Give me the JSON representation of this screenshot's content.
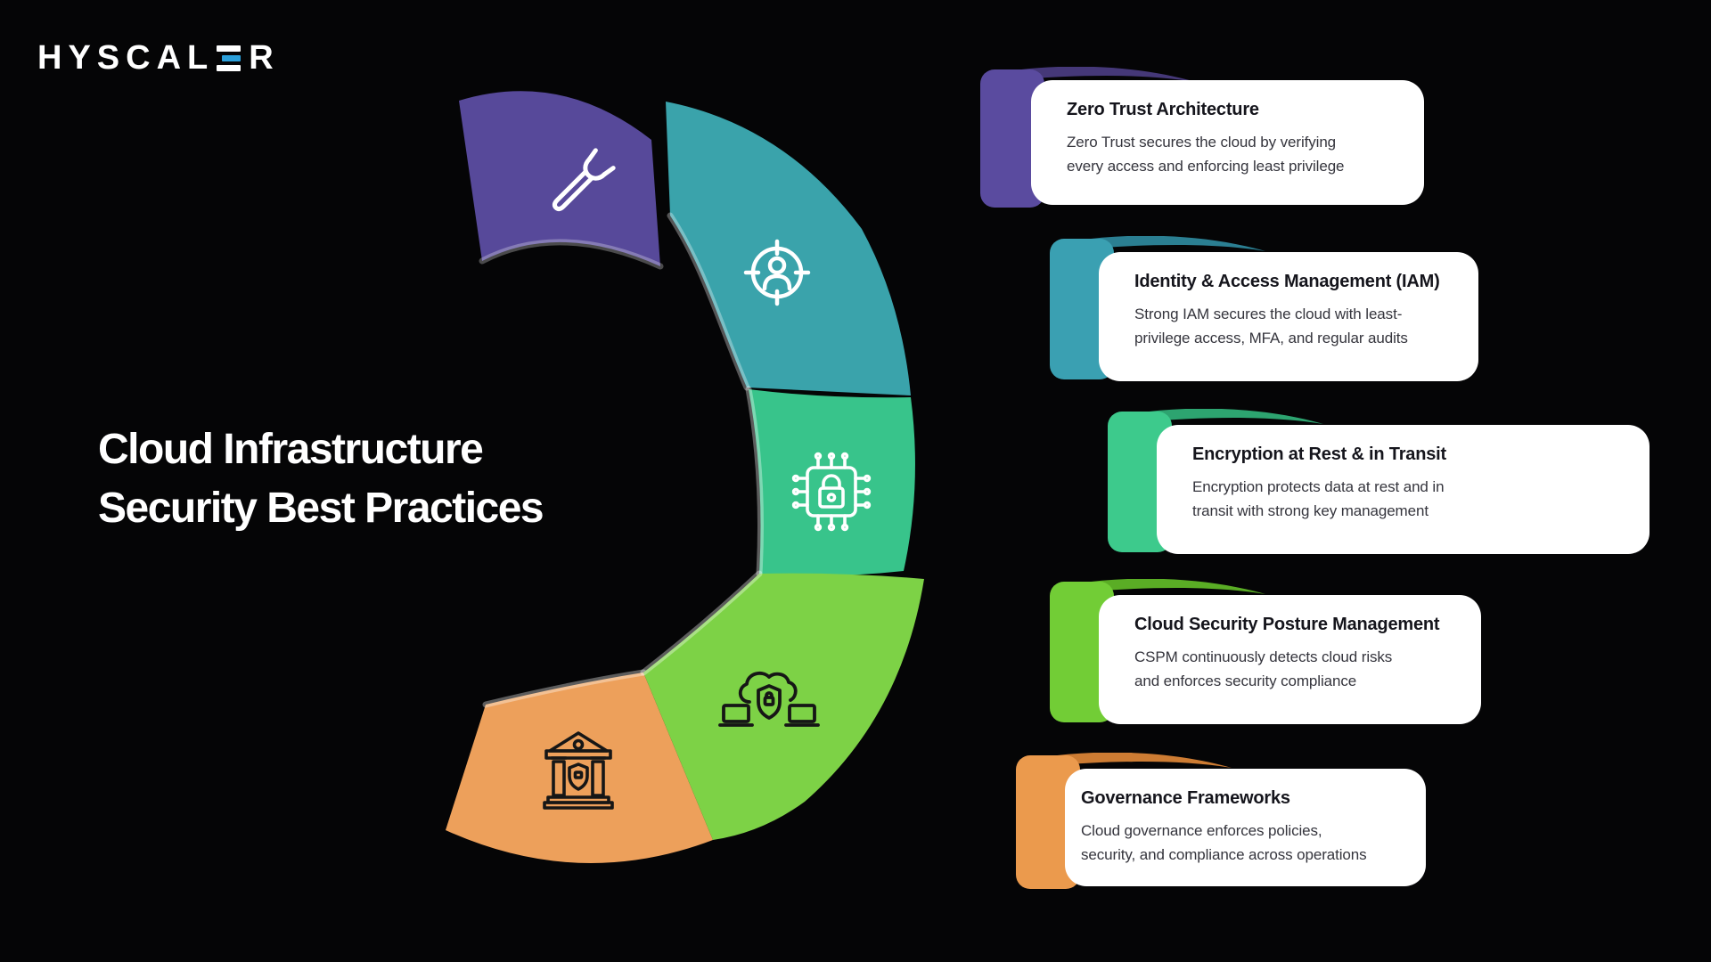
{
  "logo": {
    "prefix": "HYSCAL",
    "suffix": "R",
    "bar_color": "#2b9fd9"
  },
  "headline": {
    "line1": "Cloud Infrastructure",
    "line2": "Security Best Practices"
  },
  "wheel": {
    "segments": [
      {
        "id": "zero-trust",
        "icon": "wrench-icon",
        "color": "#57499a",
        "icon_color": "#ffffff"
      },
      {
        "id": "iam",
        "icon": "person-target-icon",
        "color": "#3aa3ab",
        "icon_color": "#ffffff"
      },
      {
        "id": "encryption",
        "icon": "chip-lock-icon",
        "color": "#38c48b",
        "icon_color": "#ffffff"
      },
      {
        "id": "cspm",
        "icon": "cloud-endpoints-icon",
        "color": "#7dd246",
        "icon_color": "#161616"
      },
      {
        "id": "governance",
        "icon": "bank-icon",
        "color": "#eda05b",
        "icon_color": "#161616"
      }
    ]
  },
  "cards": [
    {
      "title": "Zero Trust Architecture",
      "body": [
        "Zero Trust secures the cloud by verifying",
        "every access and enforcing least privilege"
      ],
      "tab_color": "#5a4b9f",
      "fold_color": "#453878"
    },
    {
      "title": "Identity & Access Management (IAM)",
      "body": [
        "Strong IAM secures the cloud with least-",
        "privilege access, MFA, and regular audits"
      ],
      "tab_color": "#3aa0b2",
      "fold_color": "#2b7f92"
    },
    {
      "title": "Encryption at Rest & in Transit",
      "body": [
        "Encryption protects data at rest and in",
        "transit with strong key management"
      ],
      "tab_color": "#3dca8c",
      "fold_color": "#2da470"
    },
    {
      "title": "Cloud Security Posture Management",
      "body": [
        "CSPM continuously detects cloud risks",
        "and enforces security compliance"
      ],
      "tab_color": "#72cd36",
      "fold_color": "#5aad25"
    },
    {
      "title": "Governance Frameworks",
      "body": [
        "Cloud governance enforces policies,",
        "security, and compliance across operations"
      ],
      "tab_color": "#eb9a4d",
      "fold_color": "#cd7c33"
    }
  ]
}
